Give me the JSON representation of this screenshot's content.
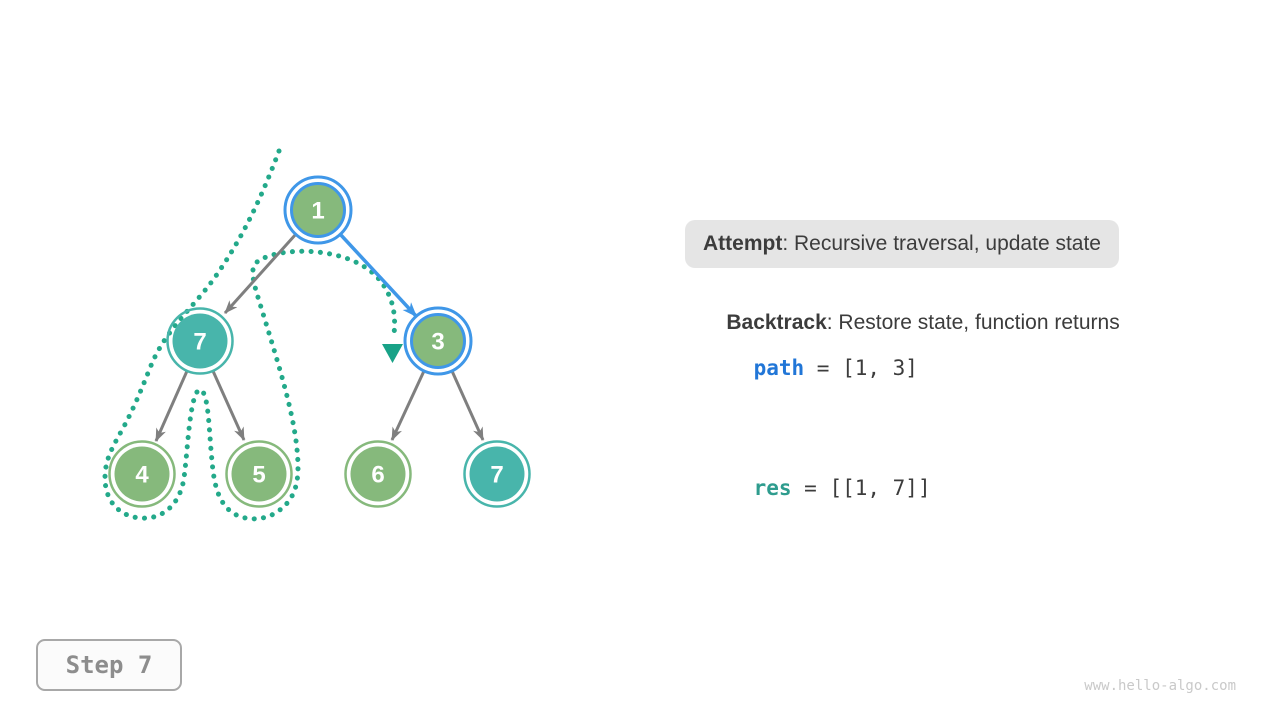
{
  "legend": {
    "attempt_label": "Attempt",
    "attempt_text": ": Recursive traversal, update state",
    "backtrack_label": "Backtrack",
    "backtrack_text": ": Restore state, function returns"
  },
  "state": {
    "path_var": "path",
    "path_value": " = [1, 3]",
    "res_var": "res",
    "res_value": " = [[1, 7]]"
  },
  "footer": {
    "step_label": "Step 7",
    "watermark": "www.hello-algo.com"
  },
  "tree": {
    "nodes": [
      {
        "value": "1",
        "style": "green-active-blue-ring"
      },
      {
        "value": "7",
        "style": "teal"
      },
      {
        "value": "3",
        "style": "green-active-blue-ring"
      },
      {
        "value": "4",
        "style": "green"
      },
      {
        "value": "5",
        "style": "green"
      },
      {
        "value": "6",
        "style": "green"
      },
      {
        "value": "7",
        "style": "teal"
      }
    ],
    "edges": [
      {
        "from": "1",
        "to": "7-left",
        "style": "gray"
      },
      {
        "from": "1",
        "to": "3",
        "style": "blue-active"
      },
      {
        "from": "7-left",
        "to": "4",
        "style": "gray"
      },
      {
        "from": "7-left",
        "to": "5",
        "style": "gray"
      },
      {
        "from": "3",
        "to": "6",
        "style": "gray"
      },
      {
        "from": "3",
        "to": "7-right",
        "style": "gray"
      }
    ],
    "traversal_path": "dotted teal contour around left subtree ending with arrowhead at node 3"
  },
  "colors": {
    "node_green": "#86b97c",
    "node_teal": "#48b5ab",
    "active_ring_blue": "#3f97e8",
    "edge_gray": "#7f7f7f",
    "trace_teal": "#23a98a",
    "trace_arrowhead_teal": "#18a287",
    "text_dark": "#3c3c3c",
    "path_keyword_blue": "#2176d7",
    "res_keyword_teal": "#2e9c8e",
    "attempt_box_bg": "#e5e5e5",
    "step_button_text": "#8d8d8d",
    "watermark_gray": "#c9c9c9"
  }
}
